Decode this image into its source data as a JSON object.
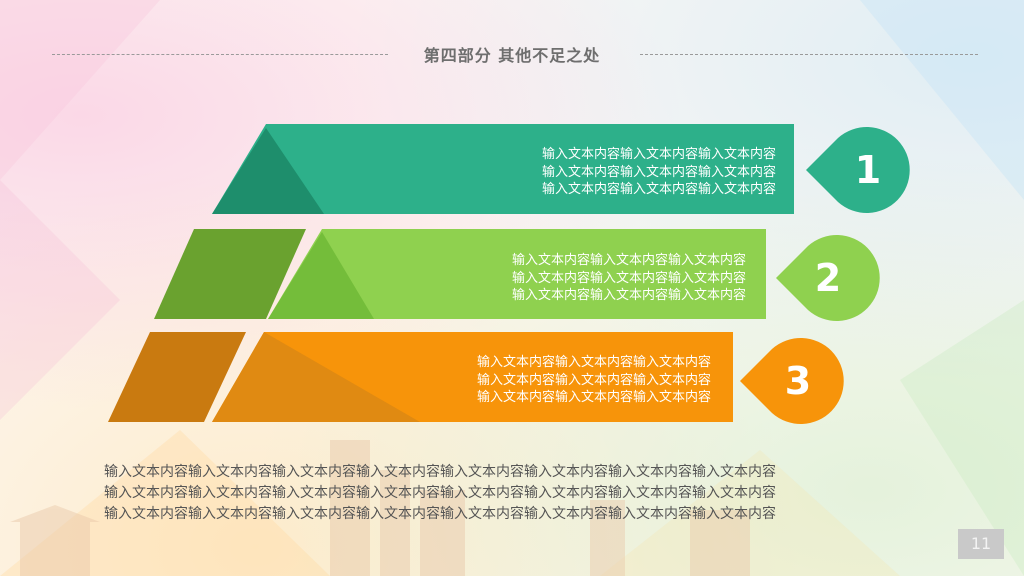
{
  "header": {
    "title": "第四部分   其他不足之处"
  },
  "items": [
    {
      "number": "1",
      "lines": [
        "输入文本内容输入文本内容输入文本内容",
        "输入文本内容输入文本内容输入文本内容",
        "输入文本内容输入文本内容输入文本内容"
      ],
      "color": "#2db08a",
      "dark": "#1e8e6c"
    },
    {
      "number": "2",
      "lines": [
        "输入文本内容输入文本内容输入文本内容",
        "输入文本内容输入文本内容输入文本内容",
        "输入文本内容输入文本内容输入文本内容"
      ],
      "color": "#8fd14f",
      "dark": "#6aa22f"
    },
    {
      "number": "3",
      "lines": [
        "输入文本内容输入文本内容输入文本内容",
        "输入文本内容输入文本内容输入文本内容",
        "输入文本内容输入文本内容输入文本内容"
      ],
      "color": "#f7940a",
      "dark": "#c97a10"
    }
  ],
  "body": {
    "lines": [
      "输入文本内容输入文本内容输入文本内容输入文本内容输入文本内容输入文本内容输入文本内容输入文本内容",
      "输入文本内容输入文本内容输入文本内容输入文本内容输入文本内容输入文本内容输入文本内容输入文本内容",
      "输入文本内容输入文本内容输入文本内容输入文本内容输入文本内容输入文本内容输入文本内容输入文本内容"
    ]
  },
  "page_number": "11"
}
